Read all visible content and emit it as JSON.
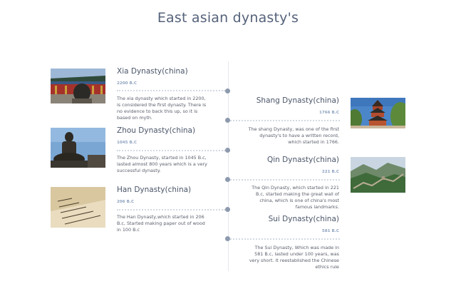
{
  "page": {
    "title": "East asian dynasty's"
  },
  "entries": [
    {
      "side": "left",
      "name": "Xia Dynasty(china)",
      "date": "2200 B.C",
      "description": "The xia dynasty which started in 2200, is considered the first dynasty. There is no evidence to back this up, so it is based on myth.",
      "image": "forbidden-city-lion-photo"
    },
    {
      "side": "right",
      "name": "Shang Dynasty(china)",
      "date": "1766 B.C",
      "description": "The shang Dynasty, was one of the first dynasty's to have a written record, which started in 1766.",
      "image": "pagoda-tower-photo"
    },
    {
      "side": "left",
      "name": "Zhou Dynasty(china)",
      "date": "1045 B.C",
      "description": "The Zhou Dynasty, started in 1045 B.c, lasted almost 800 years which is a very successful dynasty.",
      "image": "bronze-buddha-statue-photo"
    },
    {
      "side": "right",
      "name": "Qin Dynasty(china)",
      "date": "221 B.C",
      "description": "The Qin Dynasty, which started in 221 B.c, started making the great wall of china, which is one of china's most famous landmarks.",
      "image": "great-wall-photo"
    },
    {
      "side": "left",
      "name": "Han Dynasty(china)",
      "date": "206 B.C",
      "description": "The Han Dynasty,which started in 206 B.c, Started making paper out of wood in 100 B.c",
      "image": "ancient-paper-script-photo"
    },
    {
      "side": "right",
      "name": "Sui Dynasty(china)",
      "date": "581 B.C",
      "description": "The Sui Dynasty, Which was made in 581 B.c, lasted under 100 years, was very short. it reestablished the Chinese ethics rule",
      "image": ""
    }
  ],
  "colors": {
    "title": "#55627a",
    "node": "#8d99ad",
    "date": "#8fa3bf",
    "dotted_line": "#d3d9e2",
    "axis": "#e4e7ec"
  }
}
